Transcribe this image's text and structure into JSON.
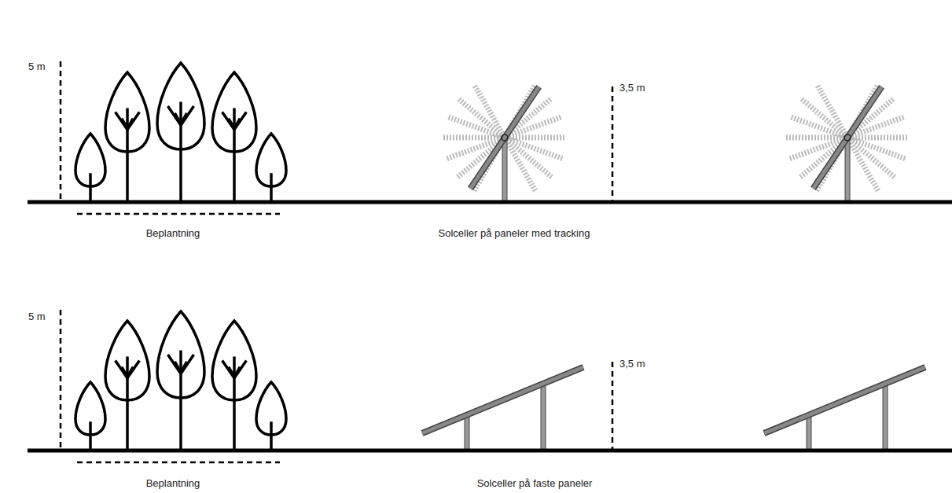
{
  "diagram": {
    "labels": [
      "5 m",
      "Beplantning",
      "Solceller på paneler med tracking",
      "3,5 m",
      "5 m",
      "Beplantning",
      "Solceller på faste paneler",
      "3,5 m"
    ]
  }
}
